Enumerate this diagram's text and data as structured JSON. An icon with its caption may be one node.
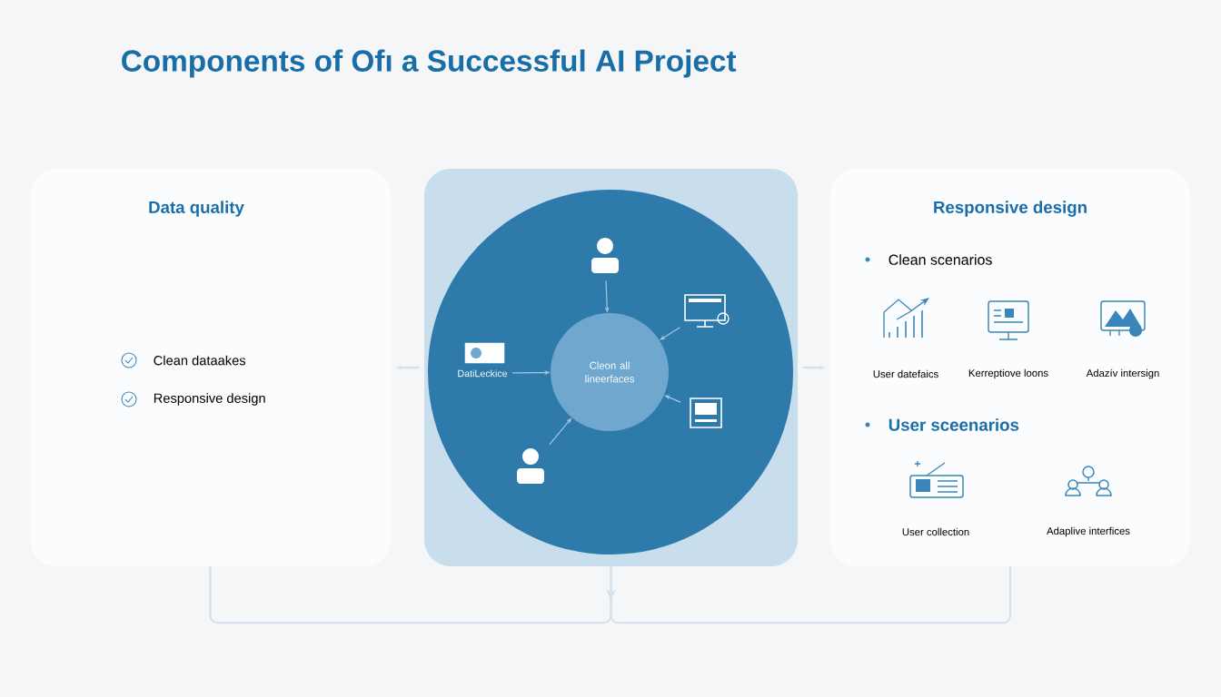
{
  "diagram": {
    "title": "Components of Ofı a Successful AI Project",
    "nodes": [
      {
        "text": [
          "Data quality",
          "Clean dataakes",
          "Responsive design"
        ]
      },
      {
        "text": [],
        "shape": "box"
      },
      {
        "text": [],
        "shape": "circle",
        "in": 1
      },
      {
        "text": [
          "Cleon all lineerfaces"
        ],
        "in": 2
      },
      {
        "text": [],
        "shape": "person",
        "in": 2
      },
      {
        "text": [],
        "shape": "monitor",
        "in": 2
      },
      {
        "text": [
          "DatiLeckice"
        ],
        "in": 2
      },
      {
        "text": [],
        "shape": "terminal",
        "in": 2
      },
      {
        "text": [],
        "shape": "person",
        "in": 2
      },
      {
        "text": [
          "Responsive design",
          "Clean scenarios",
          "User sceenarios"
        ]
      },
      {
        "text": [
          "User datefaics"
        ],
        "in": 9
      },
      {
        "text": [
          "Kerreptiove loons"
        ],
        "in": 9
      },
      {
        "text": [
          "Adazív intersign"
        ],
        "in": 9
      },
      {
        "text": [
          "User collection"
        ],
        "in": 9
      },
      {
        "text": [
          "Adaplive interfices"
        ],
        "in": 9
      }
    ],
    "edges": [
      {
        "from": 4,
        "to": 3,
        "arrow": "to"
      },
      {
        "from": 5,
        "to": 3,
        "arrow": "to"
      },
      {
        "from": 6,
        "to": 3,
        "arrow": "to"
      },
      {
        "from": 7,
        "to": 3,
        "arrow": "to"
      },
      {
        "from": 8,
        "to": 3,
        "arrow": "to"
      },
      {
        "from": 1,
        "to": 0,
        "arrow": "to",
        "color": "#d3e0ec"
      },
      {
        "from": 1,
        "to": 9,
        "arrow": "to",
        "color": "#d3e0ec"
      },
      {
        "from": 1,
        "to": 0,
        "arrow": "to",
        "color": "#d3e0ec"
      },
      {
        "from": 1,
        "to": 9,
        "arrow": "to",
        "color": "#d3e0ec"
      }
    ]
  }
}
